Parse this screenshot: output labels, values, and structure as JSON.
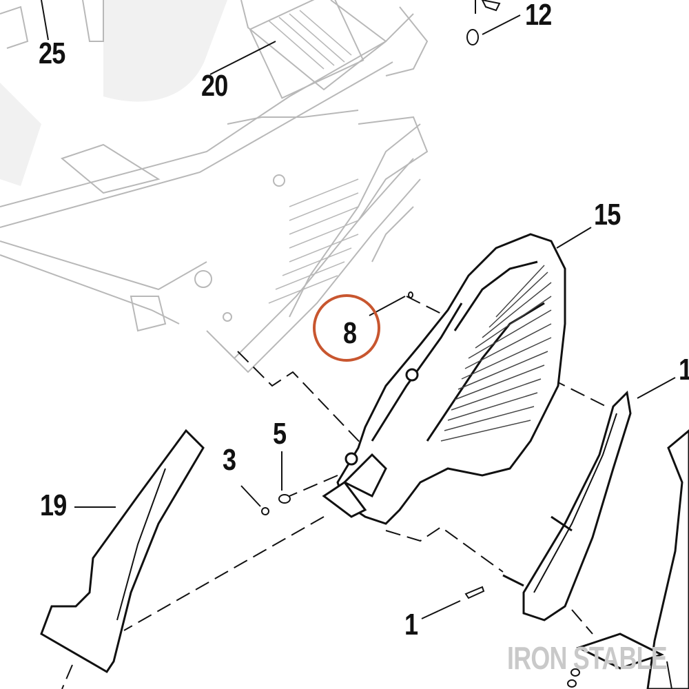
{
  "callouts": {
    "c25": "25",
    "c20": "20",
    "c12": "12",
    "c15": "15",
    "c8": "8",
    "c1_right": "1",
    "c5": "5",
    "c3": "3",
    "c19": "19",
    "c1_bottom": "1"
  },
  "watermark": "IRON STABLE",
  "colors": {
    "highlight_ring": "#c8562f",
    "ghost_frame": "#b8b8b8",
    "part_outline": "#111111",
    "watermark": "#c9c9c9"
  }
}
